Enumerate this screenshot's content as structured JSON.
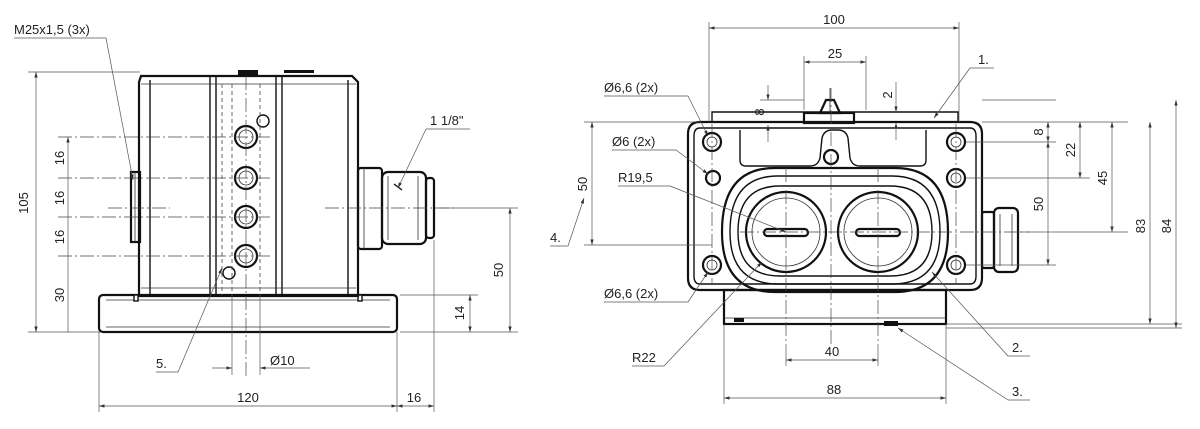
{
  "left_view": {
    "thread_label": "M25x1,5 (3x)",
    "fitting_label": "1 1/8\"",
    "height_overall": "105",
    "pitch_a": "16",
    "pitch_b": "16",
    "pitch_c": "16",
    "lower_offset": "30",
    "port_height": "50",
    "base_height": "14",
    "hole_diameter": "Ø10",
    "width_base": "120",
    "fitting_length": "16",
    "callout_5": "5."
  },
  "right_view": {
    "width_top": "100",
    "slot_width": "25",
    "mount_hole_a": "Ø6,6 (2x)",
    "pin_hole": "Ø6 (2x)",
    "radius_inner": "R19,5",
    "mount_hole_b": "Ø6,6 (2x)",
    "radius_outer": "R22",
    "dim_8_small": "8",
    "dim_2": "2",
    "dim_8_right": "8",
    "dim_22": "22",
    "dim_45": "45",
    "dim_50_right": "50",
    "dim_83": "83",
    "dim_84": "84",
    "dim_50_left": "50",
    "dim_40": "40",
    "dim_88": "88",
    "callout_1": "1.",
    "callout_2": "2.",
    "callout_3": "3.",
    "callout_4": "4."
  }
}
